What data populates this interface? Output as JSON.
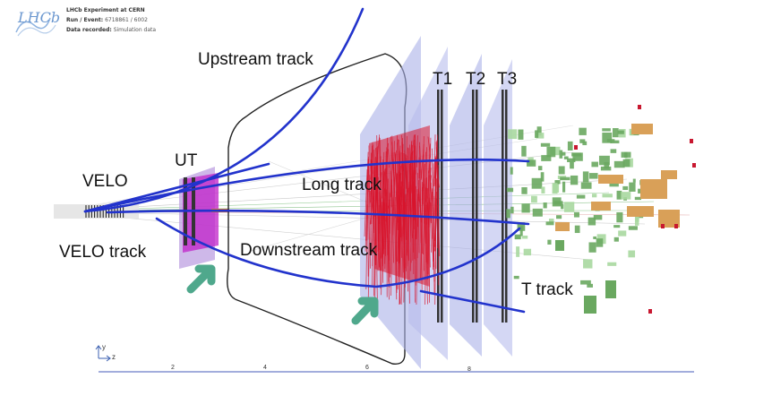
{
  "header": {
    "logo_text": "LHCb",
    "experiment": "LHCb Experiment at CERN",
    "run_event_label": "Run / Event:",
    "run_event_value": "6718861 / 6002",
    "date_label": "Data recorded:",
    "date_value": "Simulation data"
  },
  "labels": {
    "upstream_track": "Upstream track",
    "velo": "VELO",
    "velo_track": "VELO track",
    "ut": "UT",
    "long_track": "Long track",
    "downstream_track": "Downstream track",
    "t1": "T1",
    "t2": "T2",
    "t3": "T3",
    "t_track": "T track"
  },
  "axis": {
    "y_label": "y",
    "z_label": "z",
    "ticks": [
      "2",
      "4",
      "6",
      "8"
    ]
  },
  "colors": {
    "track": "#2233cc",
    "ut_detector": "#c020c8",
    "station": "#aab0e8",
    "magnet_hits": "#d8142c",
    "arrow": "#4fa88c",
    "calo_orange": "#d9a058",
    "calo_green": "#6aa860",
    "axis_line": "#6a7cc8"
  }
}
